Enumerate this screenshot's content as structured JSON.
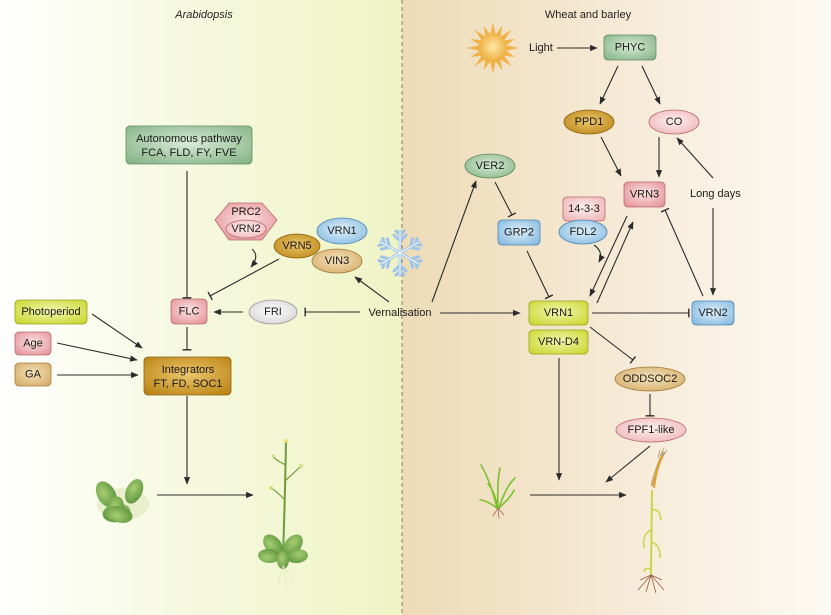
{
  "panels": {
    "left": {
      "title": "Arabidopsis",
      "italic": true
    },
    "right": {
      "title": "Wheat and barley",
      "italic": false
    }
  },
  "colors": {
    "left_bg_start": "#ffffff",
    "left_bg_end": "#f1f5c8",
    "right_bg_start": "#efdcb8",
    "right_bg_end": "#fdf9f1",
    "green": "#8fb98f",
    "pink": "#eaa1a4",
    "blue": "#8cc1e6",
    "lime": "#d3e03c",
    "ochre": "#c8901d",
    "tan": "#dcb677",
    "grey": "#dedede",
    "light_pink": "#f6c5c8",
    "edge": "#2b2b2b",
    "divider": "#8a7a66"
  },
  "nodes": {
    "autonomous": {
      "line1": "Autonomous pathway",
      "line2": "FCA, FLD, FY, FVE",
      "shape": "rect",
      "color": "green"
    },
    "prc2": {
      "label": "PRC2",
      "shape": "hexagon",
      "color": "pink"
    },
    "vrn2_left": {
      "label": "VRN2",
      "shape": "ellipse",
      "color": "light_pink"
    },
    "vrn1_left": {
      "label": "VRN1",
      "shape": "ellipse",
      "color": "blue"
    },
    "vrn5": {
      "label": "VRN5",
      "shape": "ellipse",
      "color": "ochre"
    },
    "vin3": {
      "label": "VIN3",
      "shape": "ellipse",
      "color": "tan"
    },
    "flc": {
      "label": "FLC",
      "shape": "rect",
      "color": "pink"
    },
    "fri": {
      "label": "FRI",
      "shape": "ellipse",
      "color": "grey"
    },
    "photoperiod": {
      "label": "Photoperiod",
      "shape": "rect",
      "color": "lime"
    },
    "age": {
      "label": "Age",
      "shape": "rect",
      "color": "pink"
    },
    "ga": {
      "label": "GA",
      "shape": "rect",
      "color": "tan"
    },
    "integrators": {
      "line1": "Integrators",
      "line2": "FT, FD, SOC1",
      "shape": "rect",
      "color": "ochre"
    },
    "vernalisation": {
      "label": "Vernalisation",
      "shape": "text"
    },
    "light": {
      "label": "Light",
      "shape": "text"
    },
    "phyc": {
      "label": "PHYC",
      "shape": "rect",
      "color": "green"
    },
    "ppd1": {
      "label": "PPD1",
      "shape": "ellipse",
      "color": "ochre"
    },
    "co": {
      "label": "CO",
      "shape": "ellipse",
      "color": "light_pink"
    },
    "ver2": {
      "label": "VER2",
      "shape": "ellipse",
      "color": "green"
    },
    "grp2": {
      "label": "GRP2",
      "shape": "rect",
      "color": "blue"
    },
    "p1433": {
      "label": "14-3-3",
      "shape": "rect",
      "color": "light_pink"
    },
    "fdl2": {
      "label": "FDL2",
      "shape": "ellipse",
      "color": "blue"
    },
    "vrn3": {
      "label": "VRN3",
      "shape": "rect",
      "color": "pink"
    },
    "long_days": {
      "label": "Long days",
      "shape": "text"
    },
    "vrn1_right": {
      "label": "VRN1",
      "shape": "rect",
      "color": "lime"
    },
    "vrn_d4": {
      "label": "VRN-D4",
      "shape": "rect",
      "color": "lime"
    },
    "vrn2_right": {
      "label": "VRN2",
      "shape": "rect",
      "color": "blue"
    },
    "oddsoc2": {
      "label": "ODDSOC2",
      "shape": "ellipse",
      "color": "tan"
    },
    "fpf1": {
      "label": "FPF1-like",
      "shape": "ellipse",
      "color": "light_pink"
    }
  },
  "edges": [
    {
      "from": "autonomous",
      "to": "flc",
      "type": "inhibit"
    },
    {
      "from": "vrn5",
      "to": "flc",
      "type": "inhibit"
    },
    {
      "from": "prc2",
      "to": "vrn5",
      "type": "curved-activate"
    },
    {
      "from": "vernalisation",
      "to": "vin3",
      "type": "activate"
    },
    {
      "from": "vernalisation",
      "to": "fri",
      "type": "inhibit"
    },
    {
      "from": "fri",
      "to": "flc",
      "type": "activate"
    },
    {
      "from": "flc",
      "to": "integrators",
      "type": "inhibit"
    },
    {
      "from": "photoperiod",
      "to": "integrators",
      "type": "activate"
    },
    {
      "from": "age",
      "to": "integrators",
      "type": "activate"
    },
    {
      "from": "ga",
      "to": "integrators",
      "type": "activate"
    },
    {
      "from": "integrators",
      "to": "flowering",
      "type": "activate"
    },
    {
      "from": "rosette",
      "to": "flowering_plant",
      "type": "activate"
    },
    {
      "from": "light",
      "to": "phyc",
      "type": "activate"
    },
    {
      "from": "phyc",
      "to": "ppd1",
      "type": "activate"
    },
    {
      "from": "phyc",
      "to": "co",
      "type": "activate"
    },
    {
      "from": "ppd1",
      "to": "vrn3",
      "type": "activate"
    },
    {
      "from": "co",
      "to": "vrn3",
      "type": "activate"
    },
    {
      "from": "long_days",
      "to": "co",
      "type": "activate"
    },
    {
      "from": "long_days",
      "to": "vrn2_right",
      "type": "activate"
    },
    {
      "from": "vrn2_right",
      "to": "vrn3",
      "type": "inhibit"
    },
    {
      "from": "vernalisation",
      "to": "ver2",
      "type": "activate"
    },
    {
      "from": "ver2",
      "to": "grp2",
      "type": "inhibit"
    },
    {
      "from": "grp2",
      "to": "vrn1_right",
      "type": "inhibit"
    },
    {
      "from": "vernalisation",
      "to": "vrn1_right",
      "type": "activate"
    },
    {
      "from": "fdl2",
      "to": "vrn1_right",
      "type": "curved-activate"
    },
    {
      "from": "vrn3",
      "to": "vrn1_right",
      "type": "activate"
    },
    {
      "from": "vrn1_right",
      "to": "vrn3",
      "type": "activate"
    },
    {
      "from": "vrn1_right",
      "to": "vrn2_right",
      "type": "inhibit"
    },
    {
      "from": "vrn1_right",
      "to": "oddsoc2",
      "type": "inhibit"
    },
    {
      "from": "oddsoc2",
      "to": "fpf1",
      "type": "inhibit"
    },
    {
      "from": "vrn_d4",
      "to": "flowering",
      "type": "activate"
    },
    {
      "from": "fpf1",
      "to": "flowering",
      "type": "activate"
    },
    {
      "from": "seedling",
      "to": "flowering_wheat",
      "type": "activate"
    }
  ],
  "illustrations": {
    "sun": "sun-icon",
    "snowflake": "snowflake-icon",
    "arabidopsis_rosette": "rosette-plant-icon",
    "arabidopsis_flowering": "flowering-plant-icon",
    "wheat_seedling": "seedling-icon",
    "wheat_mature": "mature-wheat-icon"
  }
}
